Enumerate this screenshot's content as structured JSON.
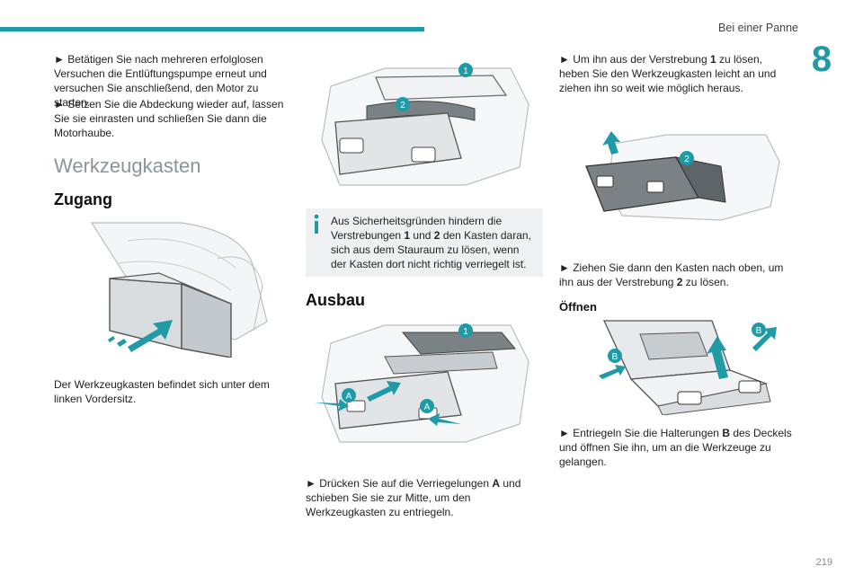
{
  "header": {
    "title": "Bei einer Panne",
    "chapter": "8",
    "page": "219"
  },
  "col1": {
    "p1": "► Betätigen Sie nach mehreren erfolglosen Versuchen die Entlüftungspumpe erneut und versuchen Sie anschließend, den Motor zu starten.",
    "p2": "► Setzen Sie die Abdeckung wieder auf, lassen Sie sie einrasten und schließen Sie dann die Motorhaube.",
    "section_title": "Werkzeugkasten",
    "sub_title": "Zugang",
    "p3": "Der Werkzeugkasten befindet sich unter dem linken Vordersitz."
  },
  "col2": {
    "note_a": "Aus Sicherheitsgründen hindern die Verstrebungen ",
    "note_b1": "1",
    "note_c": " und ",
    "note_b2": "2",
    "note_d": " den Kasten daran, sich aus dem Stauraum zu lösen, wenn der Kasten dort nicht richtig verriegelt ist.",
    "sub_title": "Ausbau",
    "p1a": "► Drücken Sie auf die Verriegelungen ",
    "p1b": "A",
    "p1c": " und schieben Sie sie zur Mitte, um den Werkzeugkasten zu entriegeln.",
    "fig_labels": [
      "1",
      "2",
      "1",
      "A",
      "A"
    ]
  },
  "col3": {
    "p1a": "► Um ihn aus der Verstrebung ",
    "p1b": "1",
    "p1c": " zu lösen, heben Sie den Werkzeugkasten leicht an und ziehen ihn so weit wie möglich heraus.",
    "p2a": "► Ziehen Sie dann den Kasten nach oben, um ihn aus der Verstrebung ",
    "p2b": "2",
    "p2c": " zu lösen.",
    "sub_title": "Öffnen",
    "p3a": "► Entriegeln Sie die Halterungen ",
    "p3b": "B",
    "p3c": " des Deckels und öffnen Sie ihn, um an die Werkzeuge zu gelangen.",
    "fig_labels": [
      "2",
      "B",
      "B"
    ]
  },
  "colors": {
    "accent": "#1f9aa6",
    "heading_grey": "#8a9599",
    "note_bg": "#eef0f1"
  }
}
